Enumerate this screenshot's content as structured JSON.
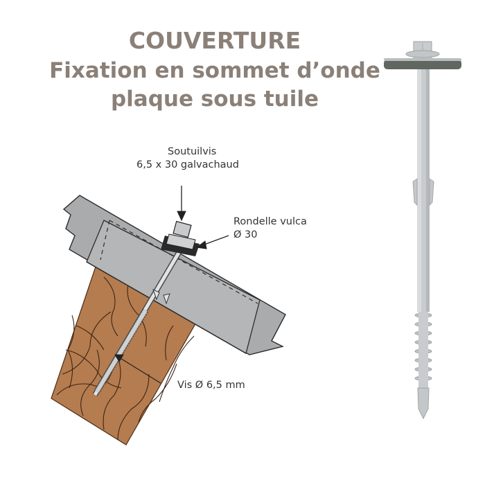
{
  "header": {
    "line1": "COUVERTURE",
    "line2": "Fixation en sommet d’onde",
    "line3": "plaque sous tuile"
  },
  "diagram": {
    "labels": {
      "screw_name": "Soutuilvis",
      "screw_spec": "6,5 x 30 galvachaud",
      "washer_name": "Rondelle vulca",
      "washer_size": "Ø 30",
      "screw_diameter": "Vis Ø 6,5 mm"
    },
    "colors": {
      "title": "#8b8078",
      "sheet": "#a9abad",
      "wood": "#b57c4f",
      "grain": "#3b2414",
      "screw": "#d8dadb"
    }
  }
}
